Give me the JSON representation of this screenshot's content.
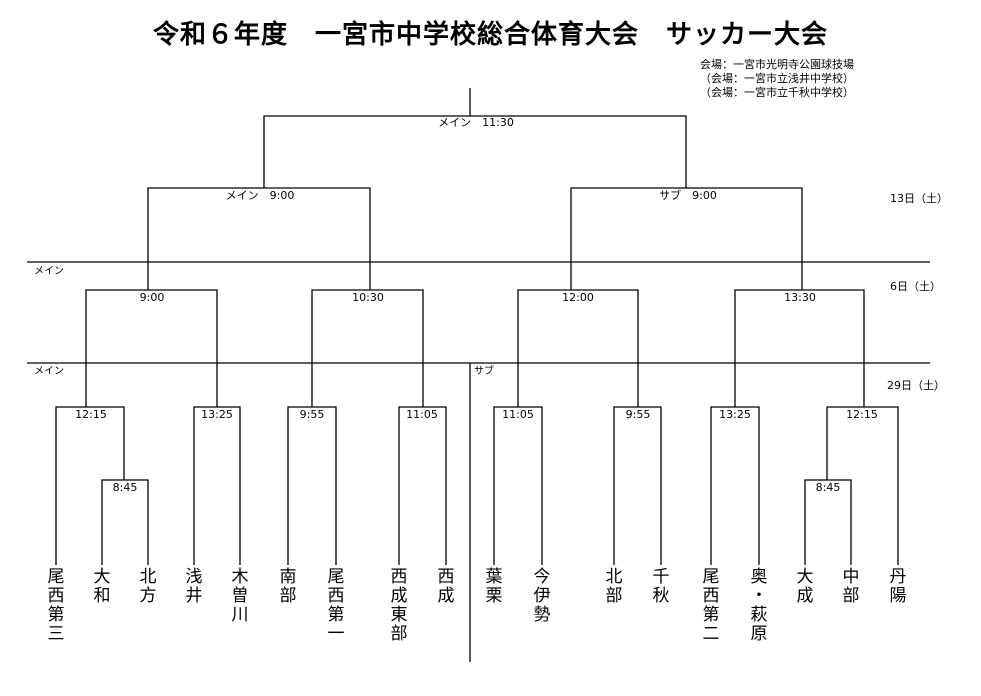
{
  "title": "令和６年度　一宮市中学校総合体育大会　サッカー大会",
  "venues": [
    "会場：一宮市光明寺公園球技場",
    "（会場：一宮市立浅井中学校）",
    "（会場：一宮市立千秋中学校）"
  ],
  "days": {
    "d13": "13日（土）",
    "d6": "6日（土）",
    "d29": "29日（土）"
  },
  "sections": {
    "main_a": "メイン",
    "main_b": "メイン",
    "sub_b": "サブ"
  },
  "matches": {
    "final": "メイン　11:30",
    "semi_left": "メイン　9:00",
    "semi_right": "サブ　9:00",
    "qf1": "9:00",
    "qf2": "10:30",
    "qf3": "12:00",
    "qf4": "13:30",
    "r1": "12:15",
    "r2": "13:25",
    "r3": "9:55",
    "r4": "11:05",
    "r5": "11:05",
    "r6": "9:55",
    "r7": "13:25",
    "r8": "12:15",
    "p1": "8:45",
    "p2": "8:45"
  },
  "teams": [
    "尾西第三",
    "大和",
    "北方",
    "浅井",
    "木曽川",
    "南部",
    "尾西第一",
    "西成東部",
    "西成",
    "葉栗",
    "今伊勢",
    "北部",
    "千秋",
    "尾西第二",
    "奥・萩原",
    "大成",
    "中部",
    "丹陽"
  ]
}
